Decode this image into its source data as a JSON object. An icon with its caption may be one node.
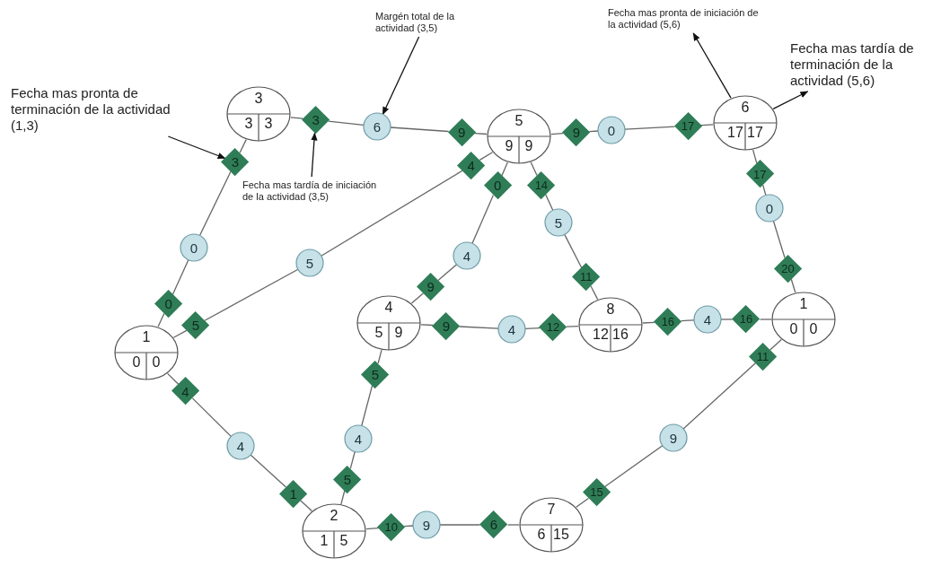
{
  "diagram": {
    "nodes": [
      {
        "text": [
          "Fecha mas pronta de terminación de la actividad (1,3)"
        ]
      },
      {
        "text": [
          "Margén total de la actividad (3,5)"
        ]
      },
      {
        "text": [
          "Fecha mas pronta de iniciación de la actividad (5,6)"
        ]
      },
      {
        "text": [
          "Fecha mas tardía de terminación de la actividad (5,6)"
        ]
      },
      {
        "text": [
          "3",
          "3",
          "3"
        ]
      },
      {
        "text": [
          "5",
          "9",
          "9"
        ]
      },
      {
        "text": [
          "6",
          "17",
          "17"
        ]
      },
      {
        "text": [
          "Fecha mas tardía de iniciación de la actividad (3,5)"
        ]
      },
      {
        "text": [
          "1",
          "0",
          "0"
        ]
      },
      {
        "text": [
          "4",
          "5",
          "9"
        ]
      },
      {
        "text": [
          "8",
          "12",
          "16"
        ]
      },
      {
        "text": [
          "1",
          "0",
          "0"
        ]
      },
      {
        "text": [
          "2",
          "1",
          "5"
        ]
      },
      {
        "text": [
          "7",
          "6",
          "15"
        ]
      },
      {
        "text": [
          "0"
        ]
      },
      {
        "text": [
          "0"
        ]
      },
      {
        "text": [
          "3"
        ]
      },
      {
        "text": [
          "5"
        ]
      },
      {
        "text": [
          "5"
        ]
      },
      {
        "text": [
          "4"
        ]
      },
      {
        "text": [
          "4"
        ]
      },
      {
        "text": [
          "4"
        ]
      },
      {
        "text": [
          "1"
        ]
      },
      {
        "text": [
          "3"
        ]
      },
      {
        "text": [
          "6"
        ]
      },
      {
        "text": [
          "9"
        ]
      },
      {
        "text": [
          "9"
        ]
      },
      {
        "text": [
          "0"
        ]
      },
      {
        "text": [
          "17"
        ]
      },
      {
        "text": [
          "17"
        ]
      },
      {
        "text": [
          "0"
        ]
      },
      {
        "text": [
          "20"
        ]
      },
      {
        "text": [
          "9"
        ]
      },
      {
        "text": [
          "4"
        ]
      },
      {
        "text": [
          "0"
        ]
      },
      {
        "text": [
          "14"
        ]
      },
      {
        "text": [
          "5"
        ]
      },
      {
        "text": [
          "11"
        ]
      },
      {
        "text": [
          "9"
        ]
      },
      {
        "text": [
          "4"
        ]
      },
      {
        "text": [
          "12"
        ]
      },
      {
        "text": [
          "16"
        ]
      },
      {
        "text": [
          "4"
        ]
      },
      {
        "text": [
          "16"
        ]
      },
      {
        "text": [
          "5"
        ]
      },
      {
        "text": [
          "4"
        ]
      },
      {
        "text": [
          "5"
        ]
      },
      {
        "text": [
          "10"
        ]
      },
      {
        "text": [
          "9"
        ]
      },
      {
        "text": [
          "6"
        ]
      },
      {
        "text": [
          "15"
        ]
      },
      {
        "text": [
          "9"
        ]
      },
      {
        "text": [
          "11"
        ]
      }
    ],
    "edges": [
      {
        "from": 8,
        "to": 14,
        "arrow": "none"
      },
      {
        "from": 14,
        "to": 15,
        "arrow": "none"
      },
      {
        "from": 15,
        "to": 16,
        "arrow": "none"
      },
      {
        "from": 16,
        "to": 4,
        "arrow": "none"
      },
      {
        "from": 8,
        "to": 17,
        "arrow": "none"
      },
      {
        "from": 17,
        "to": 18,
        "arrow": "none"
      },
      {
        "from": 18,
        "to": 19,
        "arrow": "none"
      },
      {
        "from": 19,
        "to": 5,
        "arrow": "none"
      },
      {
        "from": 8,
        "to": 20,
        "arrow": "none"
      },
      {
        "from": 20,
        "to": 21,
        "arrow": "none"
      },
      {
        "from": 21,
        "to": 22,
        "arrow": "none"
      },
      {
        "from": 22,
        "to": 12,
        "arrow": "none"
      },
      {
        "from": 4,
        "to": 23,
        "arrow": "none"
      },
      {
        "from": 23,
        "to": 24,
        "arrow": "none"
      },
      {
        "from": 24,
        "to": 25,
        "arrow": "none"
      },
      {
        "from": 25,
        "to": 5,
        "arrow": "none"
      },
      {
        "from": 5,
        "to": 26,
        "arrow": "none"
      },
      {
        "from": 26,
        "to": 27,
        "arrow": "none"
      },
      {
        "from": 27,
        "to": 28,
        "arrow": "none"
      },
      {
        "from": 28,
        "to": 6,
        "arrow": "none"
      },
      {
        "from": 6,
        "to": 29,
        "arrow": "none"
      },
      {
        "from": 29,
        "to": 30,
        "arrow": "none"
      },
      {
        "from": 30,
        "to": 31,
        "arrow": "none"
      },
      {
        "from": 31,
        "to": 11,
        "arrow": "none"
      },
      {
        "from": 9,
        "to": 32,
        "arrow": "none"
      },
      {
        "from": 32,
        "to": 33,
        "arrow": "none"
      },
      {
        "from": 33,
        "to": 34,
        "arrow": "none"
      },
      {
        "from": 34,
        "to": 5,
        "arrow": "none"
      },
      {
        "from": 5,
        "to": 35,
        "arrow": "none"
      },
      {
        "from": 35,
        "to": 36,
        "arrow": "none"
      },
      {
        "from": 36,
        "to": 37,
        "arrow": "none"
      },
      {
        "from": 37,
        "to": 10,
        "arrow": "none"
      },
      {
        "from": 9,
        "to": 38,
        "arrow": "none"
      },
      {
        "from": 38,
        "to": 39,
        "arrow": "none"
      },
      {
        "from": 39,
        "to": 40,
        "arrow": "none"
      },
      {
        "from": 40,
        "to": 10,
        "arrow": "none"
      },
      {
        "from": 10,
        "to": 41,
        "arrow": "none"
      },
      {
        "from": 41,
        "to": 42,
        "arrow": "none"
      },
      {
        "from": 42,
        "to": 43,
        "arrow": "none"
      },
      {
        "from": 43,
        "to": 11,
        "arrow": "none"
      },
      {
        "from": 12,
        "to": 44,
        "arrow": "none"
      },
      {
        "from": 44,
        "to": 45,
        "arrow": "none"
      },
      {
        "from": 45,
        "to": 46,
        "arrow": "none"
      },
      {
        "from": 46,
        "to": 9,
        "arrow": "none"
      },
      {
        "from": 12,
        "to": 47,
        "arrow": "none"
      },
      {
        "from": 47,
        "to": 48,
        "arrow": "none"
      },
      {
        "from": 48,
        "to": 49,
        "arrow": "none"
      },
      {
        "from": 49,
        "to": 13,
        "arrow": "none"
      },
      {
        "from": 13,
        "to": 50,
        "arrow": "none"
      },
      {
        "from": 50,
        "to": 51,
        "arrow": "none"
      },
      {
        "from": 51,
        "to": 52,
        "arrow": "none"
      },
      {
        "from": 52,
        "to": 11,
        "arrow": "none"
      },
      {
        "from": 0,
        "to": 16,
        "arrow": "to"
      },
      {
        "from": 1,
        "to": 24,
        "arrow": "to"
      },
      {
        "from": 7,
        "to": 23,
        "arrow": "to"
      },
      {
        "from": 6,
        "to": 2,
        "arrow": "to"
      },
      {
        "from": 6,
        "to": 3,
        "arrow": "to"
      }
    ]
  }
}
